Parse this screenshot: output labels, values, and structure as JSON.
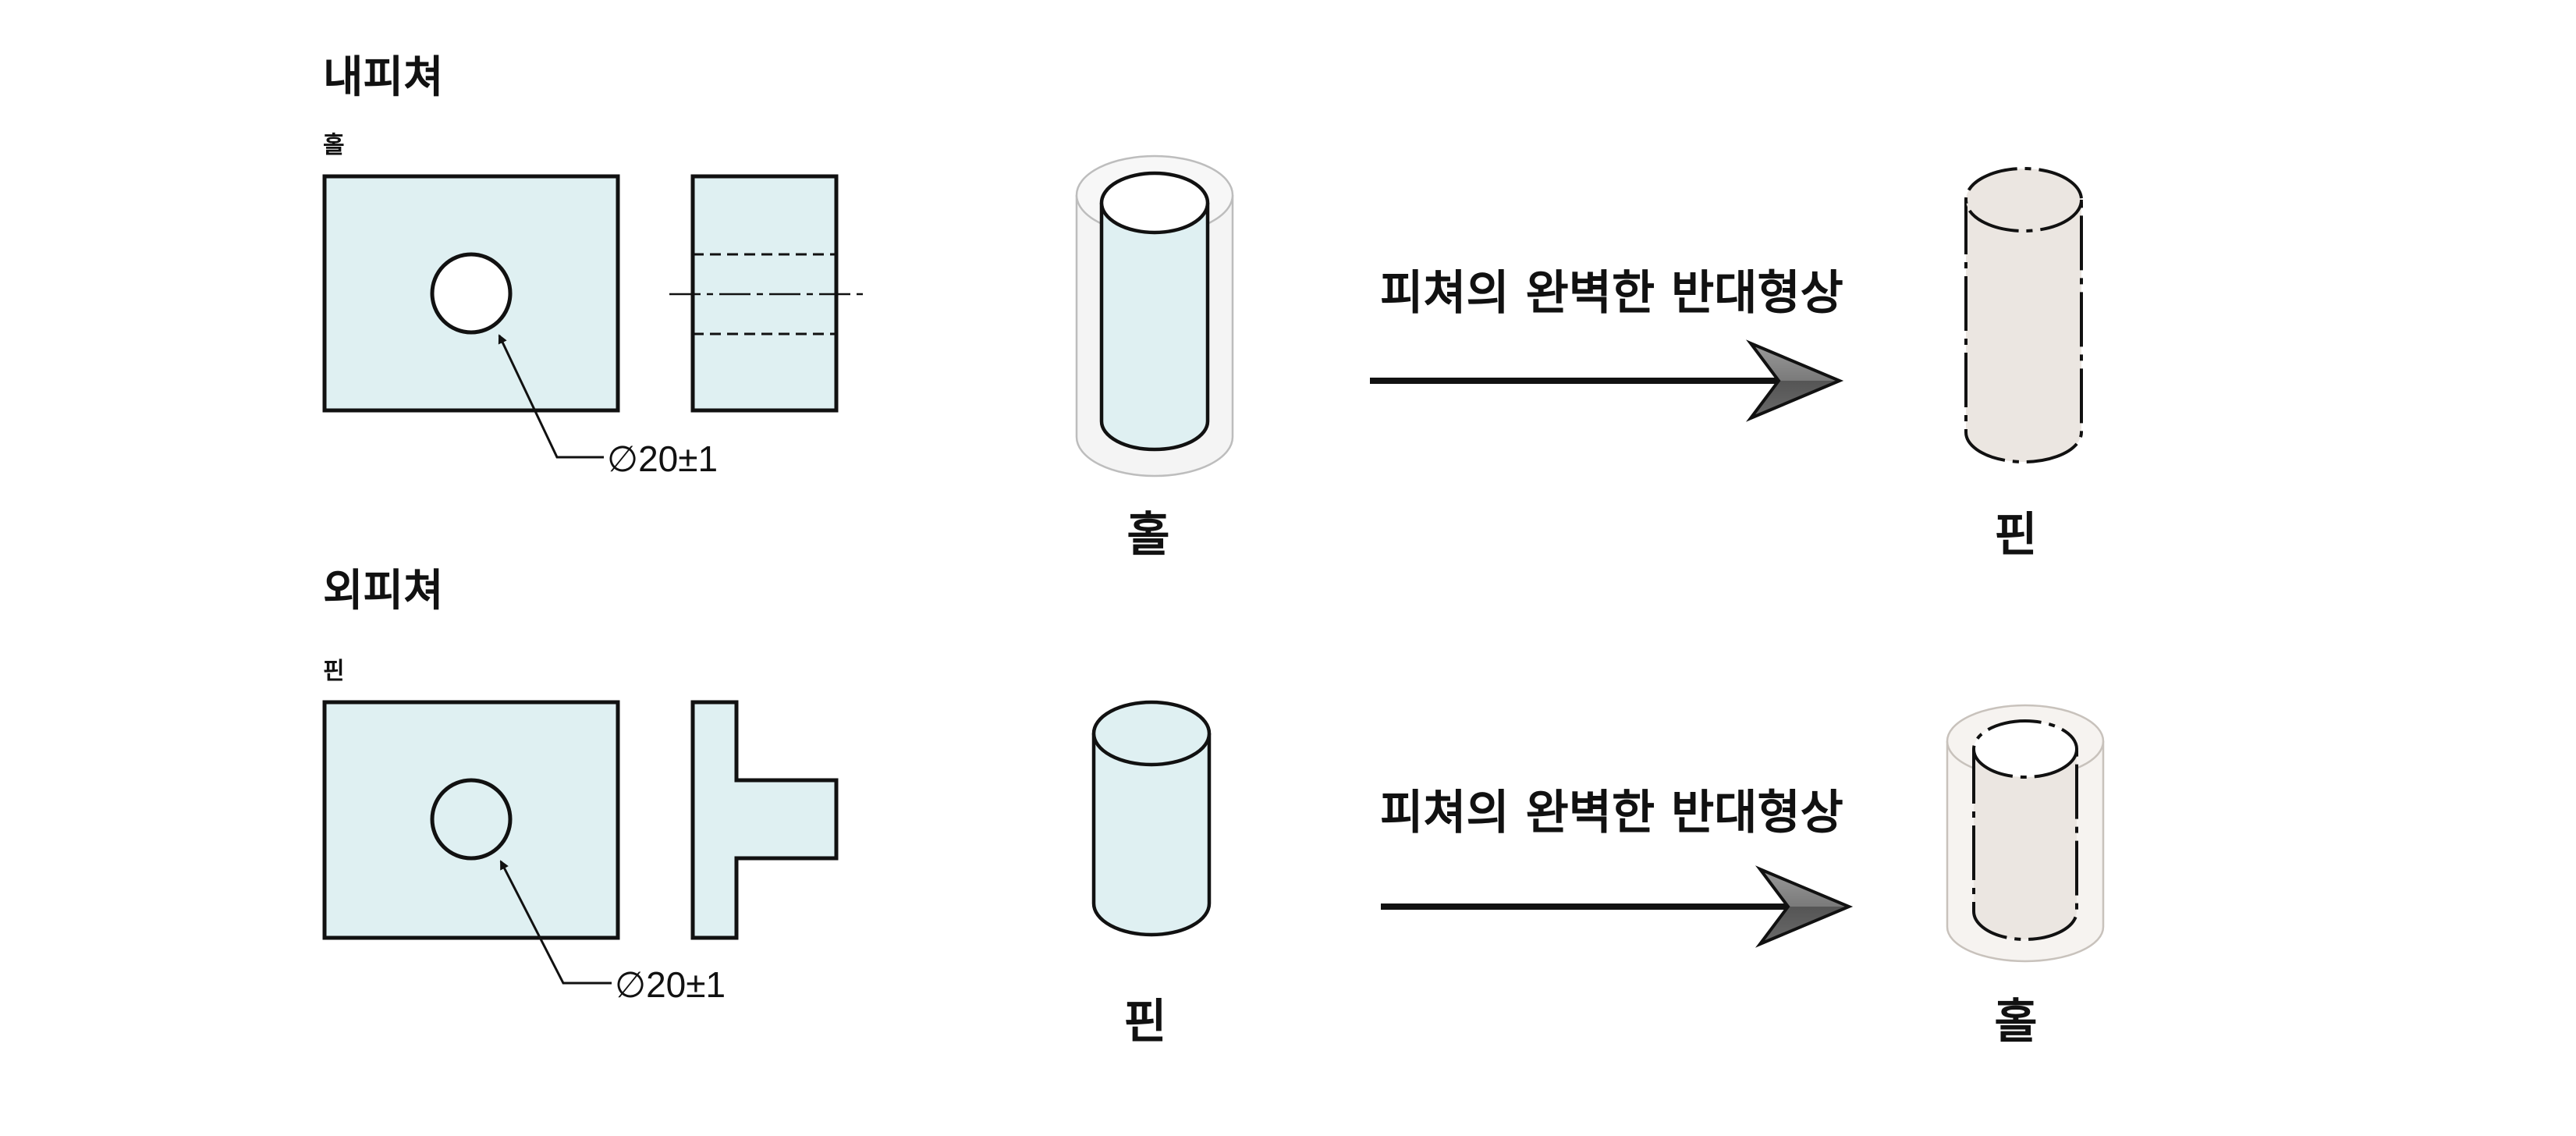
{
  "sections": {
    "internal": {
      "title": "내피쳐",
      "subtitle": "홀",
      "dimension": "∅20±1",
      "solid_caption": "홀",
      "arrow_label": "피쳐의 완벽한 반대형상",
      "result_caption": "핀"
    },
    "external": {
      "title": "외피쳐",
      "subtitle": "핀",
      "dimension": "∅20±1",
      "solid_caption": "핀",
      "arrow_label": "피쳐의 완벽한 반대형상",
      "result_caption": "홀"
    }
  },
  "colors": {
    "fill_part": "#dff0f2",
    "fill_result": "#ebe6e1",
    "outline": "#111111",
    "arrow_head": "#8a8a8a"
  }
}
